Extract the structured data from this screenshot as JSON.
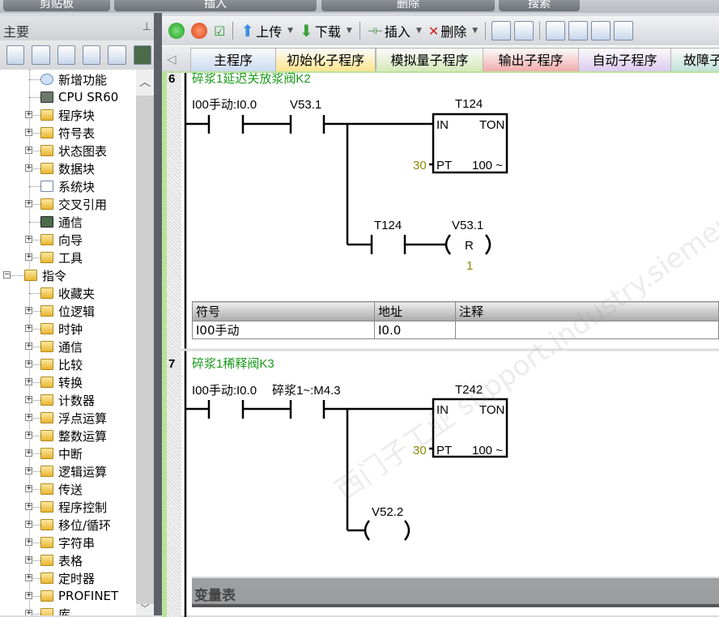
{
  "ribbon_groups": [
    "剪贴板",
    "插入",
    "删除",
    "搜索"
  ],
  "sidebar": {
    "title": "主要",
    "pin_icon": "pin-icon",
    "tree": [
      {
        "label": "新增功能",
        "level": 2,
        "icon": "help",
        "exp": ""
      },
      {
        "label": "CPU SR60",
        "level": 2,
        "icon": "cpu",
        "exp": ""
      },
      {
        "label": "程序块",
        "level": 2,
        "icon": "folder",
        "exp": "+"
      },
      {
        "label": "符号表",
        "level": 2,
        "icon": "folder",
        "exp": "+"
      },
      {
        "label": "状态图表",
        "level": 2,
        "icon": "folder",
        "exp": "+"
      },
      {
        "label": "数据块",
        "level": 2,
        "icon": "folder",
        "exp": "+"
      },
      {
        "label": "系统块",
        "level": 2,
        "icon": "doc",
        "exp": ""
      },
      {
        "label": "交叉引用",
        "level": 2,
        "icon": "folder",
        "exp": "+"
      },
      {
        "label": "通信",
        "level": 2,
        "icon": "pc",
        "exp": ""
      },
      {
        "label": "向导",
        "level": 2,
        "icon": "folder",
        "exp": "+"
      },
      {
        "label": "工具",
        "level": 2,
        "icon": "folder",
        "exp": "+"
      },
      {
        "label": "指令",
        "level": 1,
        "icon": "folder",
        "exp": "−"
      },
      {
        "label": "收藏夹",
        "level": 2,
        "icon": "folder",
        "exp": ""
      },
      {
        "label": "位逻辑",
        "level": 2,
        "icon": "folder",
        "exp": "+"
      },
      {
        "label": "时钟",
        "level": 2,
        "icon": "folder",
        "exp": "+"
      },
      {
        "label": "通信",
        "level": 2,
        "icon": "folder",
        "exp": "+"
      },
      {
        "label": "比较",
        "level": 2,
        "icon": "folder",
        "exp": "+"
      },
      {
        "label": "转换",
        "level": 2,
        "icon": "folder",
        "exp": "+"
      },
      {
        "label": "计数器",
        "level": 2,
        "icon": "folder",
        "exp": "+"
      },
      {
        "label": "浮点运算",
        "level": 2,
        "icon": "folder",
        "exp": "+"
      },
      {
        "label": "整数运算",
        "level": 2,
        "icon": "folder",
        "exp": "+"
      },
      {
        "label": "中断",
        "level": 2,
        "icon": "folder",
        "exp": "+"
      },
      {
        "label": "逻辑运算",
        "level": 2,
        "icon": "folder",
        "exp": "+"
      },
      {
        "label": "传送",
        "level": 2,
        "icon": "folder",
        "exp": "+"
      },
      {
        "label": "程序控制",
        "level": 2,
        "icon": "folder",
        "exp": "+"
      },
      {
        "label": "移位/循环",
        "level": 2,
        "icon": "folder",
        "exp": "+"
      },
      {
        "label": "字符串",
        "level": 2,
        "icon": "folder",
        "exp": "+"
      },
      {
        "label": "表格",
        "level": 2,
        "icon": "folder",
        "exp": "+"
      },
      {
        "label": "定时器",
        "level": 2,
        "icon": "folder",
        "exp": "+"
      },
      {
        "label": "PROFINET",
        "level": 2,
        "icon": "folder",
        "exp": "+"
      },
      {
        "label": "库",
        "level": 2,
        "icon": "folder",
        "exp": "+"
      }
    ]
  },
  "toolbar": {
    "upload": "上传",
    "download": "下载",
    "insert": "插入",
    "delete": "删除"
  },
  "tabs": [
    {
      "label": "主程序",
      "color": "#c9d9f0"
    },
    {
      "label": "初始化子程序",
      "color": "#fde58a"
    },
    {
      "label": "模拟量子程序",
      "color": "#d5e8b5"
    },
    {
      "label": "输出子程序",
      "color": "#f2aaaa"
    },
    {
      "label": "自动子程序",
      "color": "#dcc8f0"
    },
    {
      "label": "故障子",
      "color": "#bfe0d4"
    }
  ],
  "networks": [
    {
      "number": "6",
      "title": "碎浆1延迟关放浆阀K2",
      "contact1": "I00手动:I0.0",
      "contact2": "V53.1",
      "timer": "T124",
      "in": "IN",
      "type": "TON",
      "pt": "PT",
      "pt_value": "30",
      "base": "100 ~",
      "contact3": "T124",
      "coil": "V53.1",
      "coil_type": "R",
      "coil_n": "1",
      "symtable": {
        "headers": [
          "符号",
          "地址",
          "注释"
        ],
        "rows": [
          [
            "I00手动",
            "I0.0",
            ""
          ]
        ]
      }
    },
    {
      "number": "7",
      "title": "碎浆1稀释阀K3",
      "contact1": "I00手动:I0.0",
      "contact2": "碎浆1~:M4.3",
      "timer": "T242",
      "in": "IN",
      "type": "TON",
      "pt": "PT",
      "pt_value": "30",
      "base": "100 ~",
      "coil": "V52.2"
    }
  ],
  "var_table_title": "变量表"
}
